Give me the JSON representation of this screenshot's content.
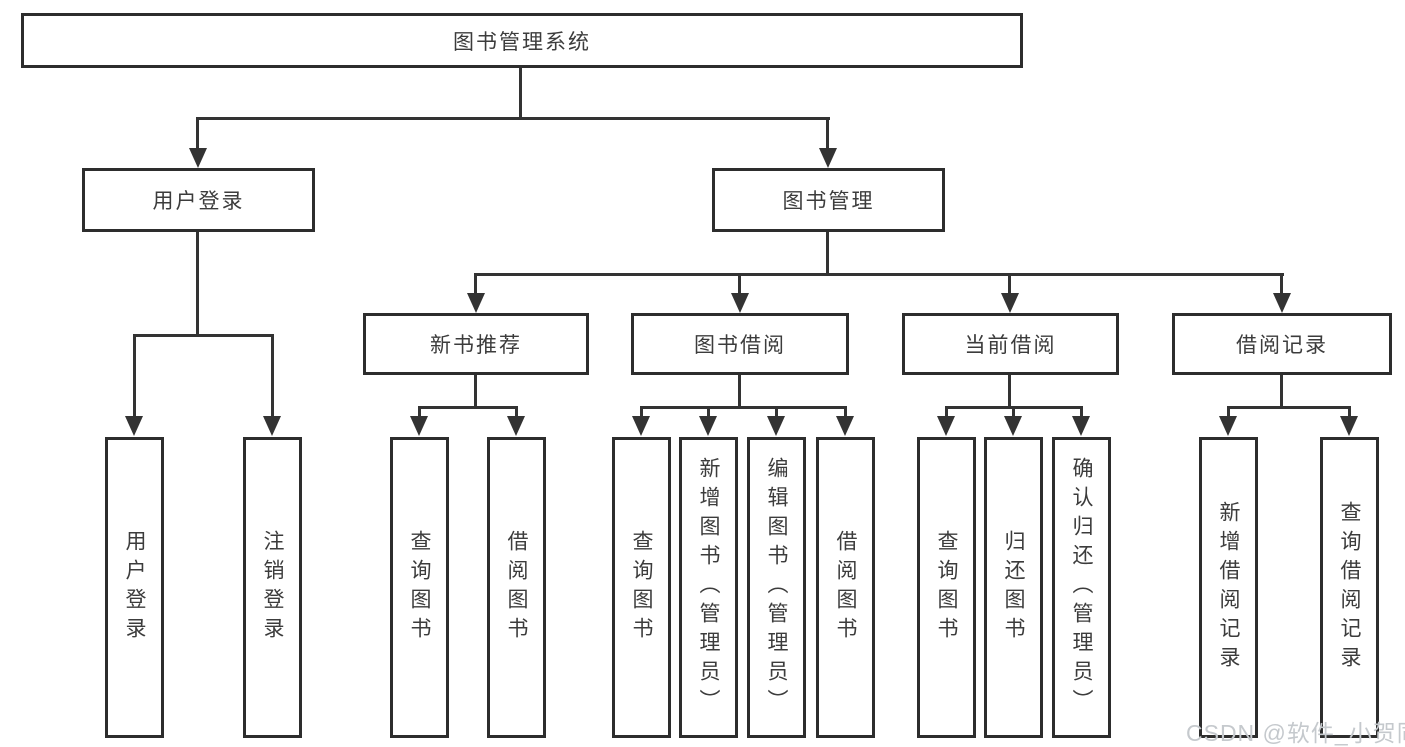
{
  "diagram": {
    "root": {
      "label": "图书管理系统"
    },
    "level2": [
      {
        "label": "用户登录"
      },
      {
        "label": "图书管理"
      }
    ],
    "level3": [
      {
        "label": "新书推荐"
      },
      {
        "label": "图书借阅"
      },
      {
        "label": "当前借阅"
      },
      {
        "label": "借阅记录"
      }
    ],
    "level4": {
      "user_login": [
        "用户登录",
        "注销登录"
      ],
      "new_book_recommendation": [
        "查询图书",
        "借阅图书"
      ],
      "book_borrowing": [
        "查询图书",
        "新增图书（管理员）",
        "编辑图书（管理员）",
        "借阅图书"
      ],
      "current_borrowing": [
        "查询图书",
        "归还图书",
        "确认归还（管理员）"
      ],
      "borrowing_records": [
        "新增借阅记录",
        "查询借阅记录"
      ]
    }
  },
  "watermark": {
    "text": "CSDN @软件_小贺同学"
  },
  "colors": {
    "line": "#333333",
    "border": "#2d2d2d",
    "text": "#3c3c3c",
    "background": "#ffffff",
    "watermark": "#c5c9cd"
  }
}
